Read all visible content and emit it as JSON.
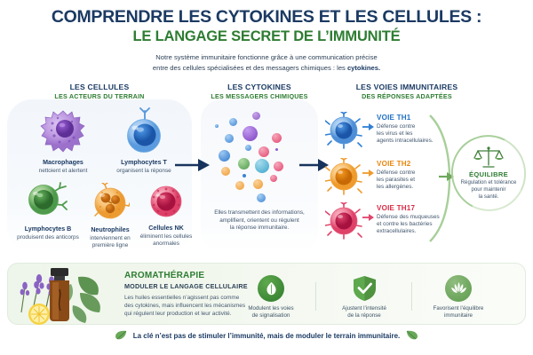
{
  "header": {
    "title_main": "COMPRENDRE LES CYTOKINES ET LES CELLULES :",
    "title_sub": "LE LANGAGE SECRET DE L’IMMUNITÉ",
    "intro_line1": "Notre système immunitaire fonctionne grâce à une communication précise",
    "intro_line2_a": "entre des cellules spécialisées et des messagers chimiques : les ",
    "intro_line2_b": "cytokines."
  },
  "columns": [
    {
      "heading": "LES CELLULES",
      "subheading": "LES ACTEURS DU TERRAIN"
    },
    {
      "heading": "LES CYTOKINES",
      "subheading": "LES MESSAGERS CHIMIQUES"
    },
    {
      "heading": "LES VOIES IMMUNITAIRES",
      "subheading": "DES RÉPONSES ADAPTÉES"
    }
  ],
  "cells": [
    {
      "name": "Macrophages",
      "desc": "nettoient et alertent",
      "color": "#9b6fd0",
      "type": "spiky"
    },
    {
      "name": "Lymphocytes T",
      "desc": "organisent la réponse",
      "color": "#2f7fd6",
      "type": "receptor"
    },
    {
      "name": "Lymphocytes B",
      "desc": "produisent des anticorps",
      "color": "#4f9e4f",
      "type": "antibody"
    },
    {
      "name": "Neutrophiles",
      "desc": "interviennent en première ligne",
      "color": "#f2a03c",
      "type": "lobed"
    },
    {
      "name": "Cellules NK",
      "desc": "éliminent les cellules anormales",
      "color": "#e8536f",
      "type": "granular"
    }
  ],
  "cytokines": {
    "caption_line1": "Elles transmettent des informations,",
    "caption_line2": "amplifient, orientent ou régulent",
    "caption_line3": "la réponse immunitaire."
  },
  "pathways": [
    {
      "title": "VOIE TH1",
      "color": "#1f6fc4",
      "desc_line1": "Défense contre",
      "desc_line2": "les virus et les",
      "desc_line3": "agents intracellulaires."
    },
    {
      "title": "VOIE TH2",
      "color": "#e8860f",
      "desc_line1": "Défense contre",
      "desc_line2": "les parasites et",
      "desc_line3": "les allergènes."
    },
    {
      "title": "VOIE TH17",
      "color": "#d92b46",
      "desc_line1": "Défense des muqueuses",
      "desc_line2": "et contre les bactéries",
      "desc_line3": "extracellulaires."
    }
  ],
  "equilibrium": {
    "title": "ÉQUILIBRE",
    "desc_line1": "Régulation et tolérance",
    "desc_line2": "pour maintenir",
    "desc_line3": "la santé."
  },
  "aroma": {
    "title": "AROMATHÉRAPIE",
    "subtitle": "MODULER LE LANGAGE CELLULAIRE",
    "body_line1": "Les huiles essentielles n’agissent pas comme",
    "body_line2": "des cytokines, mais influencent les mécanismes",
    "body_line3": "qui régulent leur production et leur activité.",
    "benefits": [
      {
        "icon": "leaf-drop-icon",
        "line1": "Modulent les voies",
        "line2": "de signalisation"
      },
      {
        "icon": "shield-check-icon",
        "line1": "Ajustent l’intensité",
        "line2": "de la réponse"
      },
      {
        "icon": "lotus-icon",
        "line1": "Favorisent l’équilibre",
        "line2": "immunitaire"
      }
    ]
  },
  "tagline": {
    "text": "La clé n’est pas de stimuler l’immunité, mais de moduler le terrain immunitaire."
  },
  "colors": {
    "navy": "#1b3a63",
    "green": "#2e7d32",
    "arrow": "#17335c"
  }
}
